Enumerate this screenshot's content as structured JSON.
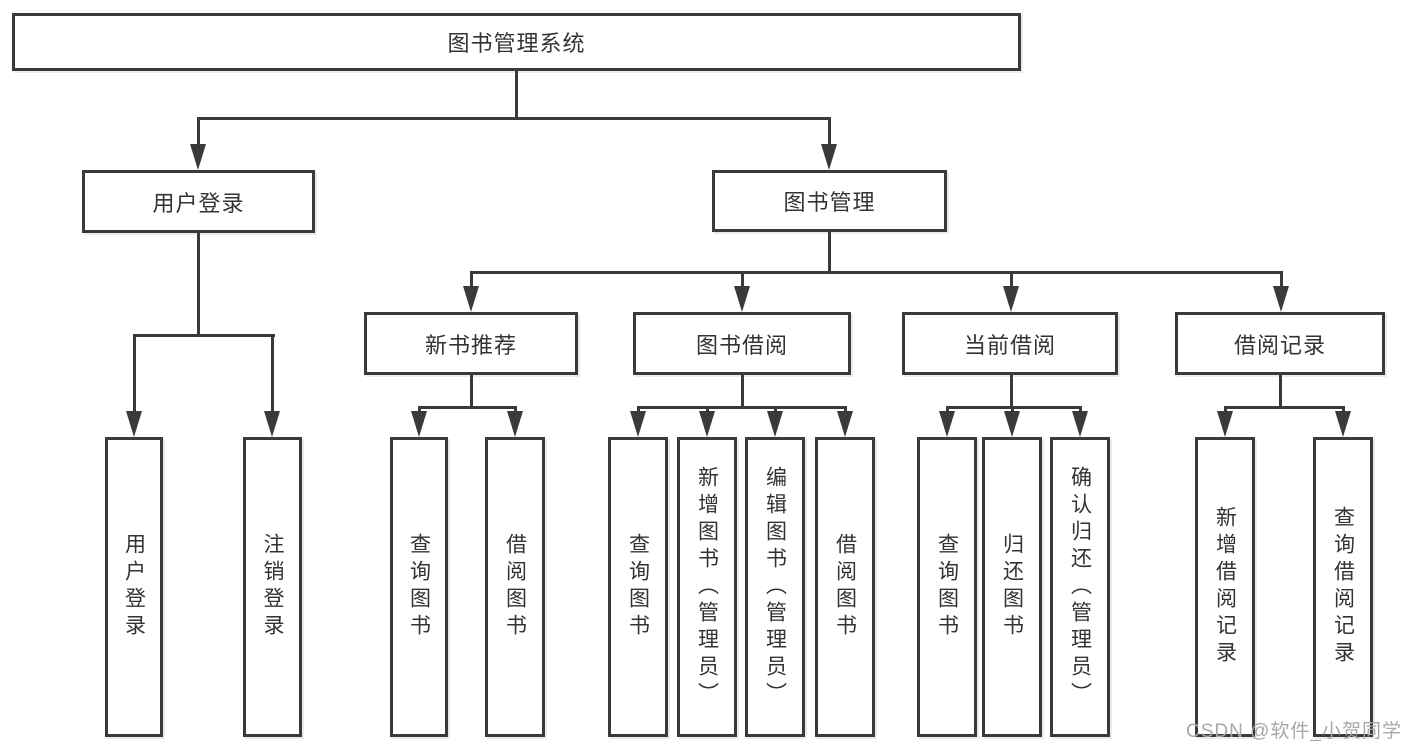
{
  "diagram": {
    "root": {
      "label": "图书管理系统"
    },
    "level2": [
      {
        "label": "用户登录"
      },
      {
        "label": "图书管理"
      }
    ],
    "level3": [
      {
        "label": "新书推荐"
      },
      {
        "label": "图书借阅"
      },
      {
        "label": "当前借阅"
      },
      {
        "label": "借阅记录"
      }
    ],
    "leaves": {
      "user_login": [
        "用户登录",
        "注销登录"
      ],
      "new_books": [
        "查询图书",
        "借阅图书"
      ],
      "book_borrow": [
        "查询图书",
        "新增图书（管理员）",
        "编辑图书（管理员）",
        "借阅图书"
      ],
      "current_borrow": [
        "查询图书",
        "归还图书",
        "确认归还（管理员）"
      ],
      "borrow_records": [
        "新增借阅记录",
        "查询借阅记录"
      ]
    }
  },
  "watermark": "CSDN @软件_小贺同学",
  "colors": {
    "line": "#3a3a3a",
    "text": "#333333",
    "watermark": "#a8a8a8",
    "background": "#ffffff"
  }
}
